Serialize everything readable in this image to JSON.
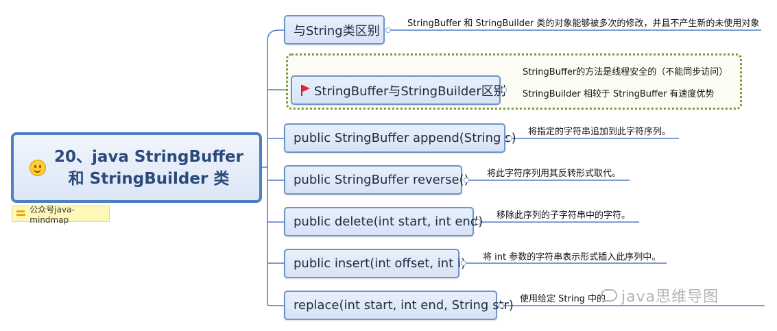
{
  "root": {
    "line1": "20、java StringBuffer",
    "line2": "和 StringBuilder 类"
  },
  "note": "公众号java-mindmap",
  "branches": [
    {
      "label": "与String类区别",
      "leaves": [
        "StringBuffer 和 StringBuilder 类的对象能够被多次的修改，并且不产生新的未使用对象"
      ]
    },
    {
      "label": "StringBuffer与StringBuilder区别",
      "flag": true,
      "leaves": [
        "StringBuffer的方法是线程安全的（不能同步访问）",
        "StringBuilder 相较于 StringBuffer 有速度优势"
      ]
    },
    {
      "label": "public StringBuffer append(String s)",
      "leaves": [
        "将指定的字符串追加到此字符序列。"
      ]
    },
    {
      "label": "public StringBuffer reverse()",
      "leaves": [
        "将此字符序列用其反转形式取代。"
      ]
    },
    {
      "label": "public delete(int start, int end)",
      "leaves": [
        "移除此序列的子字符串中的字符。"
      ]
    },
    {
      "label": "public insert(int offset, int i)",
      "leaves": [
        "将 int 参数的字符串表示形式插入此序列中。"
      ]
    },
    {
      "label": "replace(int start, int end, String str)",
      "leaves": [
        "使用给定 String 中的"
      ]
    }
  ],
  "watermark": "java思维导图",
  "colors": {
    "accent": "#4d7fc2",
    "line": "#4f7fc0",
    "flag": "#e22233",
    "dotted": "#7a9a3a"
  }
}
